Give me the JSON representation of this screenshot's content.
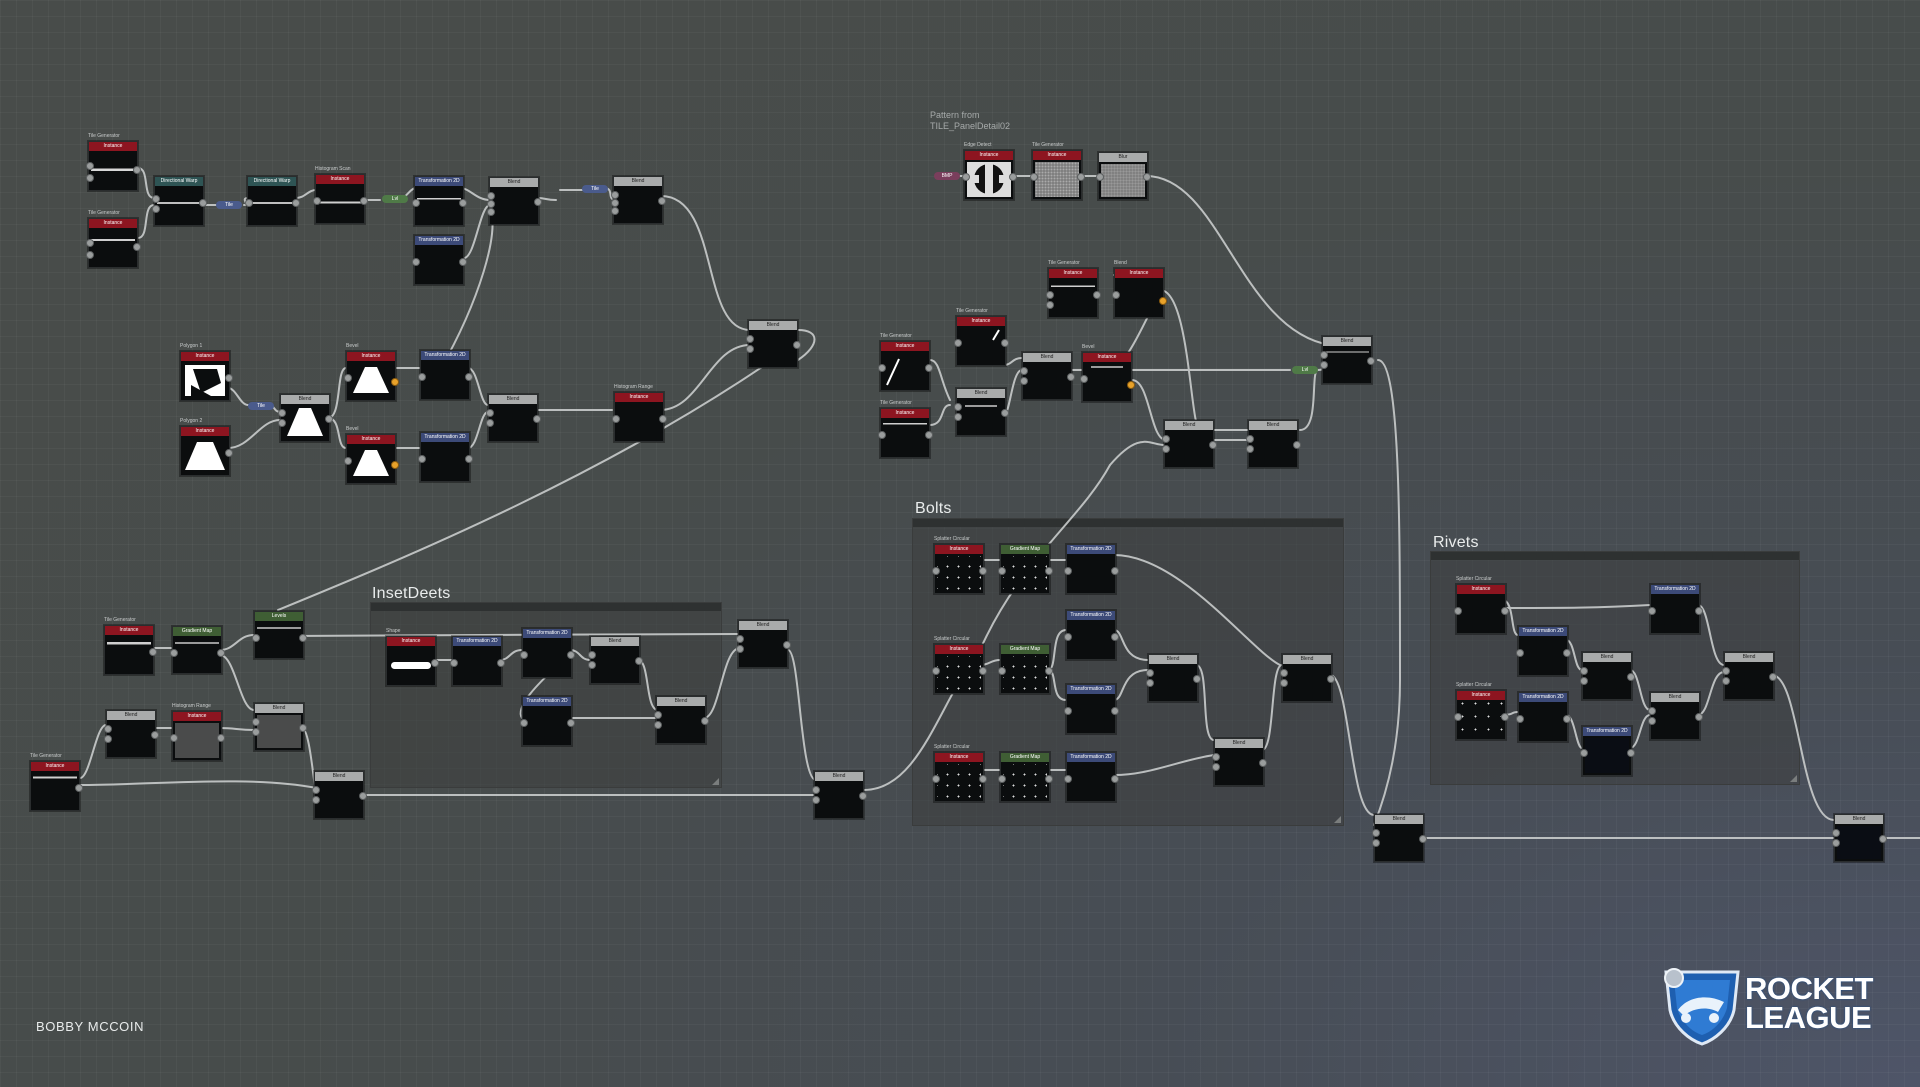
{
  "frames": [
    {
      "name": "insetdeets",
      "title": "InsetDeets"
    },
    {
      "name": "bolts",
      "title": "Bolts"
    },
    {
      "name": "rivets",
      "title": "Rivets"
    }
  ],
  "annotation": {
    "line1": "Pattern from",
    "line2": "TILE_PanelDetail02"
  },
  "credit": "BOBBY MCCOIN",
  "logo": {
    "line1": "ROCKET",
    "line2": "LEAGUE"
  },
  "header_labels": {
    "instance": "Instance",
    "blend": "Blend",
    "transformation": "Transformation 2D",
    "gradient_map": "Gradient Map",
    "directional_warp": "Directional Warp",
    "levels": "Levels",
    "blur": "Blur",
    "tile": "Tile",
    "lvl": "Lvl",
    "bmp": "BMP"
  },
  "node_captions": {
    "tile_generator": "Tile Generator",
    "histogram_scan": "Histogram Scan",
    "histogram_range": "Histogram Range",
    "polygon_1": "Polygon 1",
    "polygon_2": "Polygon 2",
    "bevel": "Bevel",
    "shape": "Shape",
    "splatter_circular": "Splatter Circular",
    "edge_detect": "Edge Detect"
  },
  "accent_colors": {
    "instance": "#8d1520",
    "transformation": "#3c4a78",
    "gradient_map": "#3f5e34",
    "blend": "#a9abab",
    "wire": "#c9cccc",
    "frame_title": "#e9ecec"
  }
}
